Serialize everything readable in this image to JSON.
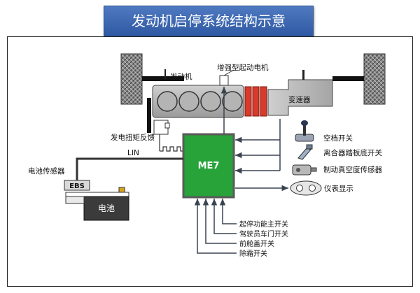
{
  "title": "发动机启停系统结构示意",
  "ecu": {
    "label": "ME7"
  },
  "engine": {
    "label": "发动机"
  },
  "starter": {
    "label": "增强型起动电机"
  },
  "gearbox": {
    "label": "变速器"
  },
  "generator": {
    "label": "发电扭矩反馈"
  },
  "battery_sensor": {
    "label": "电池传感器",
    "tag": "EBS"
  },
  "battery": {
    "label": "电池"
  },
  "lin": {
    "label": "LIN"
  },
  "right_inputs": [
    {
      "label": "空档开关",
      "icon": "gear-shift-icon"
    },
    {
      "label": "离合器踏板底开关",
      "icon": "clutch-pedal-icon"
    },
    {
      "label": "制动真空度传感器",
      "icon": "vacuum-sensor-icon"
    },
    {
      "label": "仪表显示",
      "icon": "instrument-cluster-icon"
    }
  ],
  "bottom_inputs": [
    {
      "label": "起停功能主开关"
    },
    {
      "label": "驾驶员车门开关"
    },
    {
      "label": "前舱盖开关"
    },
    {
      "label": "除霜开关"
    }
  ],
  "colors": {
    "title_bg": "#3a65b0",
    "ecu_fill": "#27a33a",
    "ecu_border": "#5a5a5a",
    "lines": "#4a5566",
    "starter_red": "#d93a2a"
  }
}
